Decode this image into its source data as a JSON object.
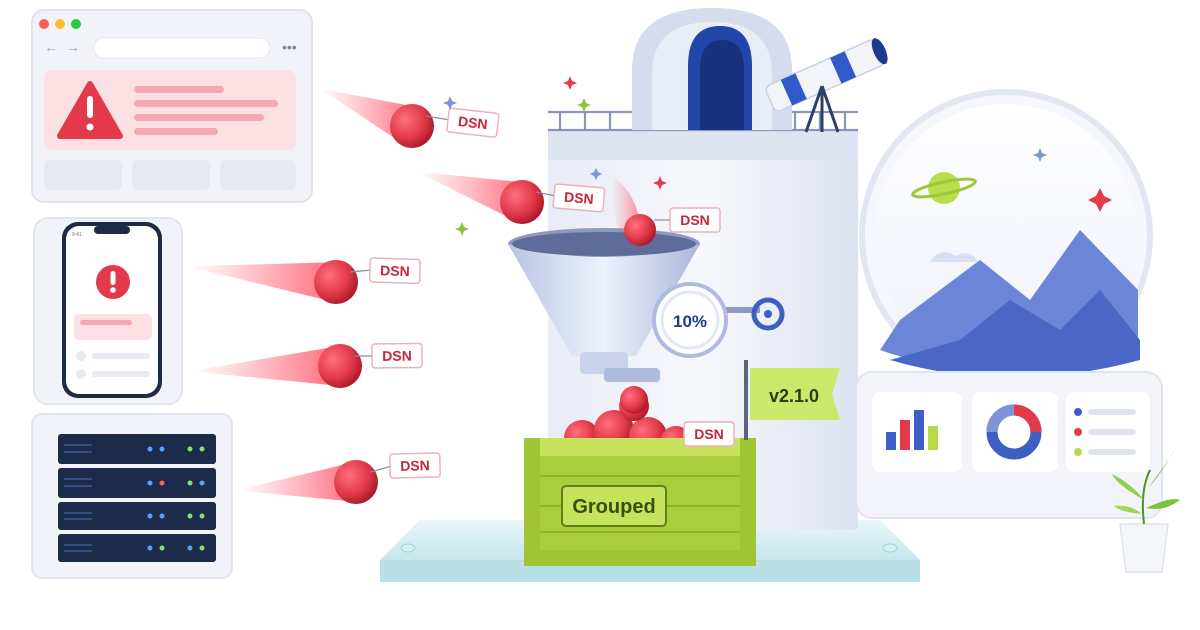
{
  "event_tag": "DSN",
  "throttle": {
    "value_label": "10%",
    "fraction": 0.1
  },
  "release": {
    "version": "v2.1.0"
  },
  "crate": {
    "label": "Grouped"
  },
  "colors": {
    "event_red": "#e23a4a",
    "crate_green": "#b7da4a",
    "flag_green": "#cbe86a",
    "accent_blue": "#3d5fc4",
    "panel_gray": "#eef1f6"
  },
  "icons": {
    "browser_alert": "warning-triangle-icon",
    "phone_alert": "exclamation-circle-icon",
    "server": "server-rack-icon",
    "observatory": "observatory-icon",
    "telescope": "telescope-icon",
    "gauge": "gauge-icon",
    "dashboard": "dashboard-icon",
    "plant": "plant-icon"
  }
}
